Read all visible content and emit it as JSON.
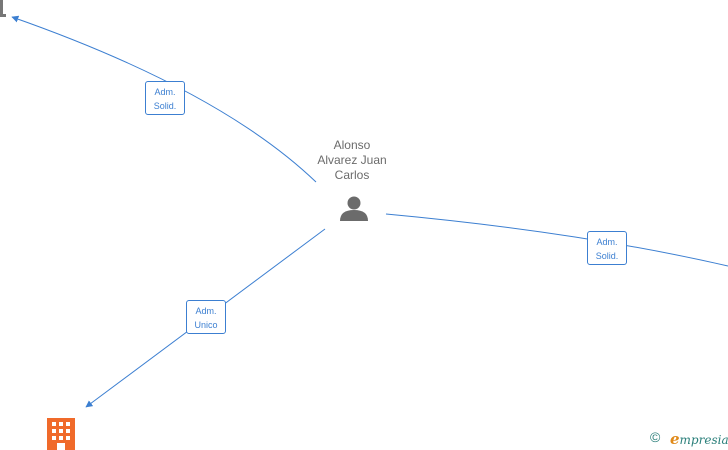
{
  "nodes": {
    "person": {
      "name_lines": [
        "Alonso",
        "Alvarez Juan",
        "Carlos"
      ],
      "icon": "person-icon",
      "color": "#6b6b6b"
    },
    "company": {
      "icon": "building-icon",
      "color": "#f06a2a"
    }
  },
  "edges": [
    {
      "id": "top-left",
      "label_lines": [
        "Adm.",
        "Solid."
      ]
    },
    {
      "id": "right",
      "label_lines": [
        "Adm.",
        "Solid."
      ]
    },
    {
      "id": "bottom-left",
      "label_lines": [
        "Adm.",
        "Unico"
      ]
    }
  ],
  "colors": {
    "edge": "#3c7fd1",
    "brand": "#2a7f7a",
    "brand_accent": "#e08a1a"
  },
  "footer": {
    "copyright_symbol": "©",
    "brand_initial": "e",
    "brand_rest": "mpresia"
  }
}
